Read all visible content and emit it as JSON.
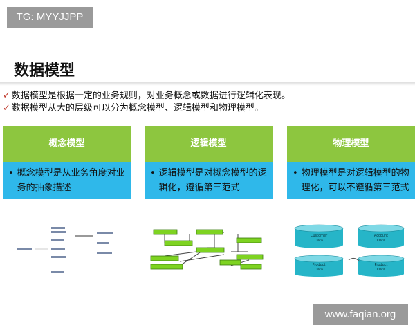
{
  "tag": "TG: MYYJJPP",
  "title": "数据模型",
  "bullets": [
    "数据模型是根据一定的业务规则，对业务概念或数据进行逻辑化表现。",
    "数据模型从大的层级可以分为概念模型、逻辑模型和物理模型。"
  ],
  "columns": [
    {
      "header": "概念模型",
      "dot": "•",
      "body": "概念模型是从业务角度对业务的抽象描述"
    },
    {
      "header": "逻辑模型",
      "dot": "•",
      "body": "逻辑模型是对概念模型的逻辑化，遵循第三范式"
    },
    {
      "header": "物理模型",
      "dot": "•",
      "body": "物理模型是对逻辑模型的物理化，可以不遵循第三范式"
    }
  ],
  "physical_model": {
    "cylinders": [
      {
        "line1": "Customer",
        "line2": "Data"
      },
      {
        "line1": "Account",
        "line2": "Data"
      },
      {
        "line1": "Product",
        "line2": "Data"
      },
      {
        "line1": "Product",
        "line2": "Data"
      }
    ]
  },
  "watermark": "www.faqian.org",
  "colors": {
    "header_green": "#8dc63f",
    "body_blue": "#2fb8ea",
    "cylinder_teal": "#26b5c8",
    "box_green": "#7ed321",
    "check_red": "#c0392b"
  }
}
